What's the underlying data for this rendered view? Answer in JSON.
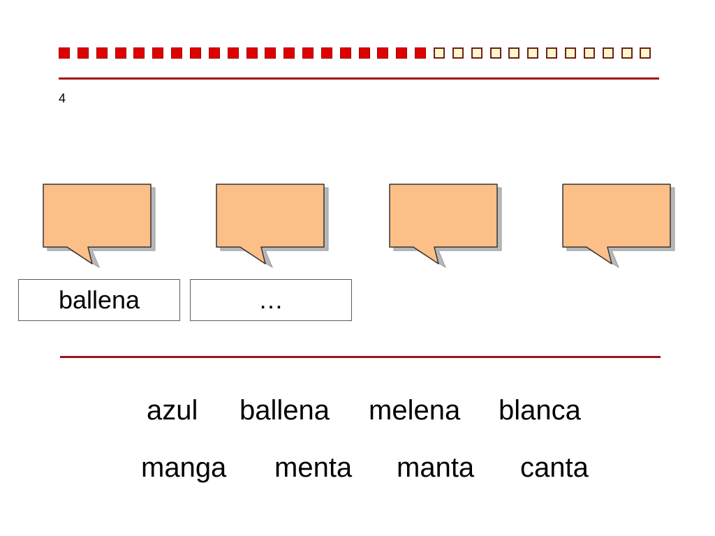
{
  "progress": {
    "filled": 20,
    "total": 32,
    "filled_color": "#e00000",
    "empty_color": "#fff7c8"
  },
  "slide_number": "4",
  "bubbles": [
    {
      "name": "speech-bubble-1",
      "fill": "#fdbf88"
    },
    {
      "name": "speech-bubble-2",
      "fill": "#fdbf88"
    },
    {
      "name": "speech-bubble-3",
      "fill": "#fdbf88"
    },
    {
      "name": "speech-bubble-4",
      "fill": "#fdbf88"
    }
  ],
  "answers": [
    "ballena",
    "…"
  ],
  "word_bank": {
    "row1": [
      "azul",
      "ballena",
      "melena",
      "blanca"
    ],
    "row2": [
      "manga",
      "menta",
      "manta",
      "canta"
    ]
  },
  "accent_color": "#a3101a"
}
